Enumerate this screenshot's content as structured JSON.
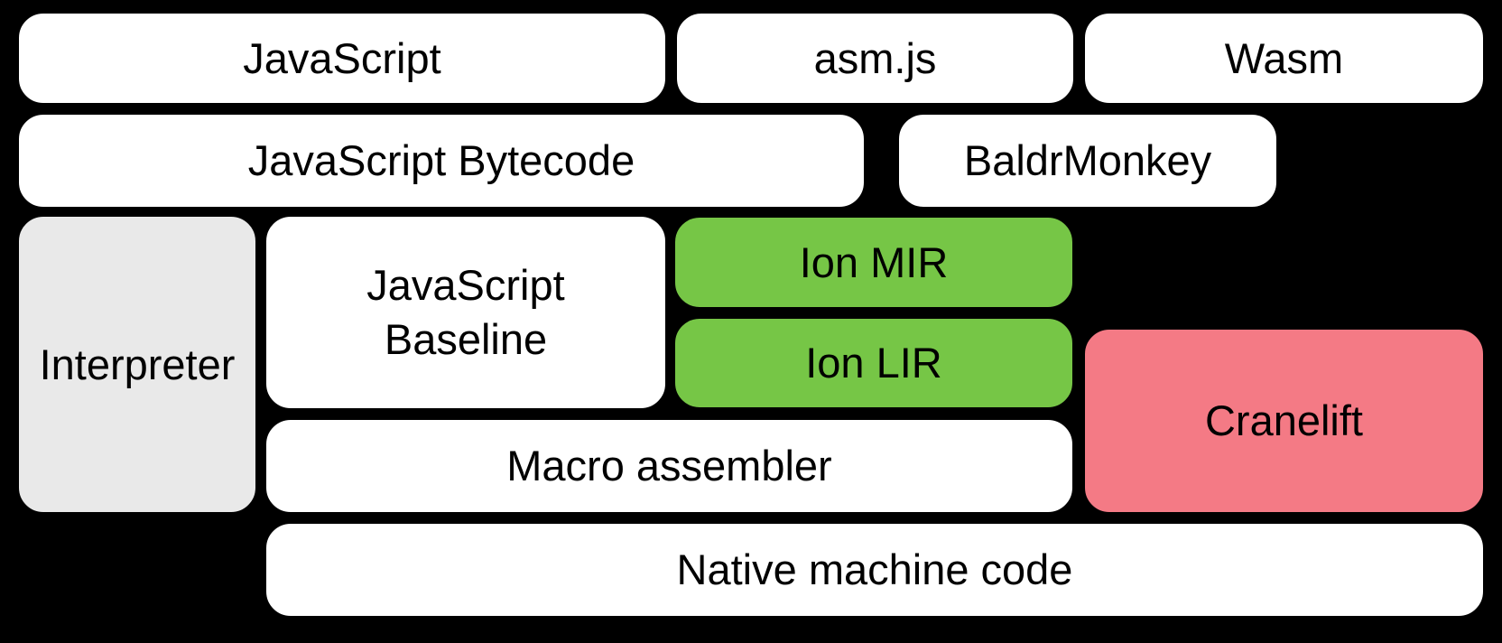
{
  "diagram": {
    "description": "Compiler pipeline diagram (SpiderMonkey JIT architecture)",
    "nodes": {
      "javascript": {
        "label": "JavaScript"
      },
      "asmjs": {
        "label": "asm.js"
      },
      "wasm": {
        "label": "Wasm"
      },
      "bytecode": {
        "label": "JavaScript Bytecode"
      },
      "baldrmonkey": {
        "label": "BaldrMonkey"
      },
      "interpreter": {
        "label": "Interpreter"
      },
      "baseline": {
        "label": "JavaScript Baseline"
      },
      "ion_mir": {
        "label": "Ion MIR"
      },
      "ion_lir": {
        "label": "Ion LIR"
      },
      "cranelift": {
        "label": "Cranelift"
      },
      "macro_assembler": {
        "label": "Macro assembler"
      },
      "native_code": {
        "label": "Native machine code"
      }
    },
    "colors": {
      "background": "#000000",
      "box_white": "#ffffff",
      "box_gray": "#e9e9e9",
      "box_green": "#76c646",
      "box_pink": "#f47a85",
      "stroke": "#000000",
      "text": "#000000"
    }
  }
}
